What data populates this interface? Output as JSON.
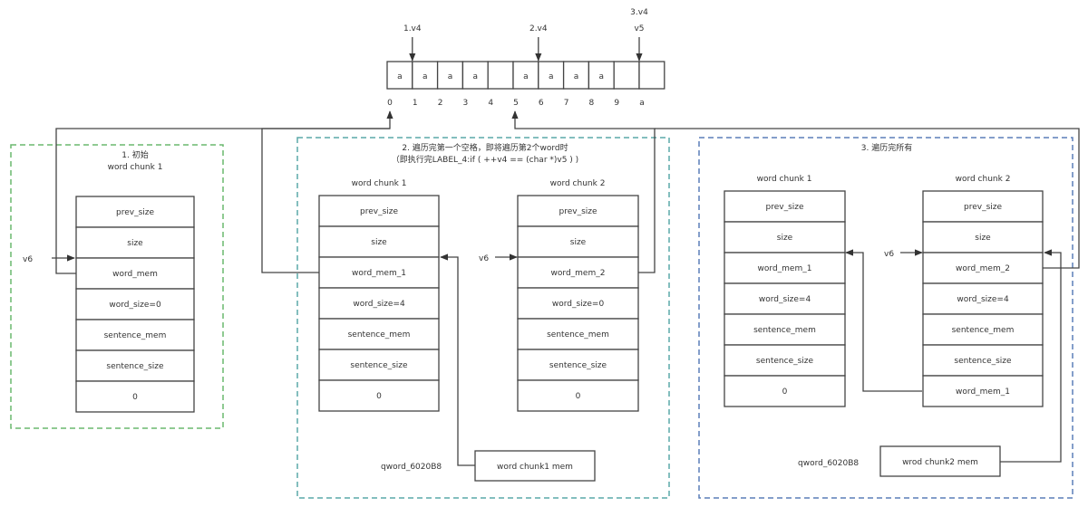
{
  "colors": {
    "section1_border": "#6ab86f",
    "section2_border": "#5aa9a9",
    "section3_border": "#5b7fb8",
    "line": "#444444"
  },
  "array": {
    "cells": [
      "a",
      "a",
      "a",
      "a",
      "",
      "a",
      "a",
      "a",
      "a",
      "",
      ""
    ],
    "indices": [
      "0",
      "1",
      "2",
      "3",
      "4",
      "5",
      "6",
      "7",
      "8",
      "9",
      "a"
    ],
    "pointers": [
      {
        "index": 1,
        "label": "1.v4"
      },
      {
        "index": 6,
        "label": "2.v4"
      },
      {
        "index": 10,
        "label": "3.v4",
        "label2": "v5"
      }
    ]
  },
  "sections": [
    {
      "title": "1. 初始",
      "subtitle": "word chunk 1",
      "chunks": [
        {
          "title": "",
          "fields": [
            "prev_size",
            "size",
            "word_mem",
            "word_size=0",
            "sentence_mem",
            "sentence_size",
            "0"
          ],
          "v6_label": "v6"
        }
      ]
    },
    {
      "title": "2. 遍历完第一个空格，即将遍历第2个word时",
      "subtitle": "（即执行完LABEL_4:if ( ++v4 == (char *)v5 ) )",
      "chunks": [
        {
          "title": "word chunk 1",
          "fields": [
            "prev_size",
            "size",
            "word_mem_1",
            "word_size=4",
            "sentence_mem",
            "sentence_size",
            "0"
          ]
        },
        {
          "title": "word chunk 2",
          "fields": [
            "prev_size",
            "size",
            "word_mem_2",
            "word_size=0",
            "sentence_mem",
            "sentence_size",
            "0"
          ],
          "v6_label": "v6"
        }
      ],
      "global_label": "qword_6020B8",
      "mem_box": "word chunk1 mem"
    },
    {
      "title": "3. 遍历完所有",
      "subtitle": "",
      "chunks": [
        {
          "title": "word chunk 1",
          "fields": [
            "prev_size",
            "size",
            "word_mem_1",
            "word_size=4",
            "sentence_mem",
            "sentence_size",
            "0"
          ]
        },
        {
          "title": "word chunk 2",
          "fields": [
            "prev_size",
            "size",
            "word_mem_2",
            "word_size=4",
            "sentence_mem",
            "sentence_size",
            "word_mem_1"
          ],
          "v6_label": "v6"
        }
      ],
      "global_label": "qword_6020B8",
      "mem_box": "wrod chunk2 mem"
    }
  ]
}
